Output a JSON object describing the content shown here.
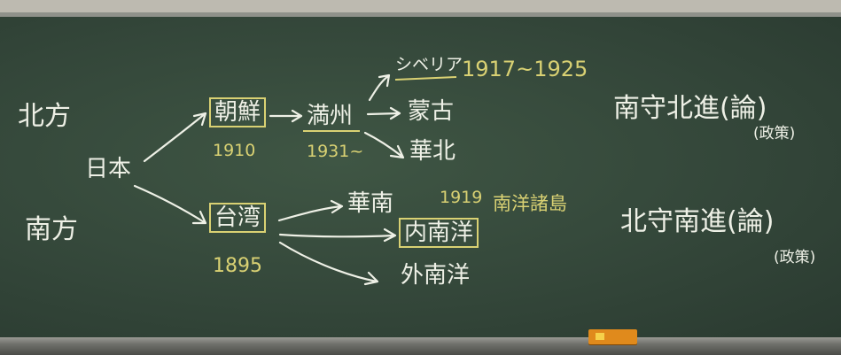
{
  "board": {
    "north_label": "北方",
    "south_label": "南方",
    "japan": "日本",
    "korea": "朝鮮",
    "korea_year": "1910",
    "manchuria": "満州",
    "manchuria_year": "1931~",
    "siberia": "シベリア",
    "siberia_years": "1917~1925",
    "mongolia": "蒙古",
    "north_china": "華北",
    "taiwan": "台湾",
    "taiwan_year": "1895",
    "south_china": "華南",
    "inner_south_seas": "内南洋",
    "inner_year": "1919",
    "south_sea_islands": "南洋諸島",
    "outer_south_seas": "外南洋",
    "policy_north": "南守北進(論)",
    "policy_north_note": "(政策)",
    "policy_south": "北守南進(論)",
    "policy_south_note": "(政策)"
  },
  "colors": {
    "chalk_white": "#eef0e6",
    "chalk_yellow": "#d9d173",
    "board_green": "#34473a",
    "eraser": "#e08a1c"
  }
}
